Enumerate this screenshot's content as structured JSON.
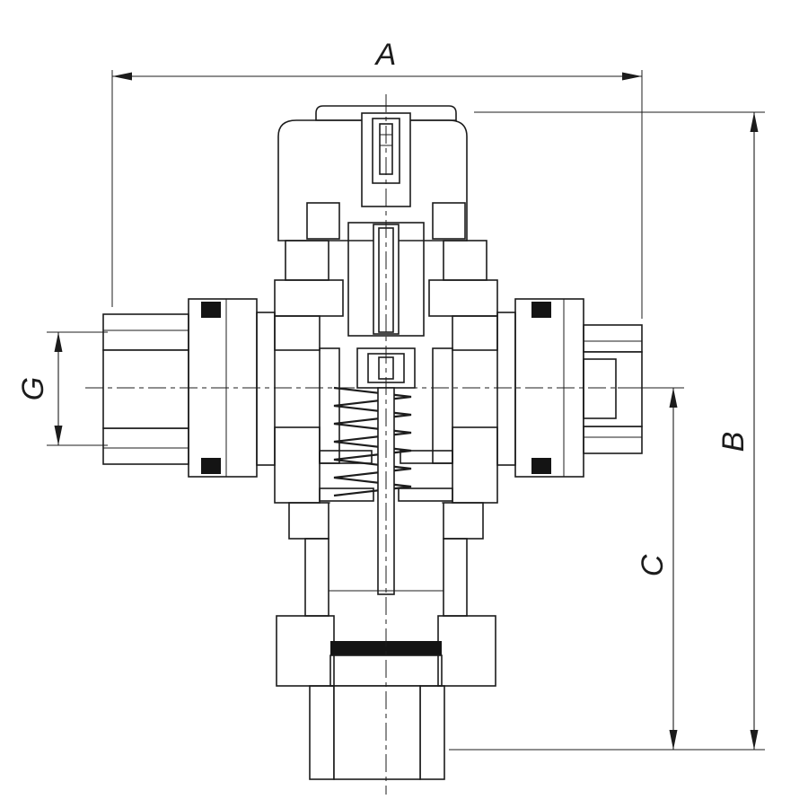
{
  "drawing": {
    "kind": "valve-cross-section-technical-drawing",
    "dimensions": {
      "A": {
        "label": "A"
      },
      "B": {
        "label": "B"
      },
      "C": {
        "label": "C"
      },
      "G": {
        "label": "G"
      }
    }
  },
  "colors": {
    "line": "#1c1c1c",
    "seal": "#141414",
    "bg": "#ffffff"
  }
}
